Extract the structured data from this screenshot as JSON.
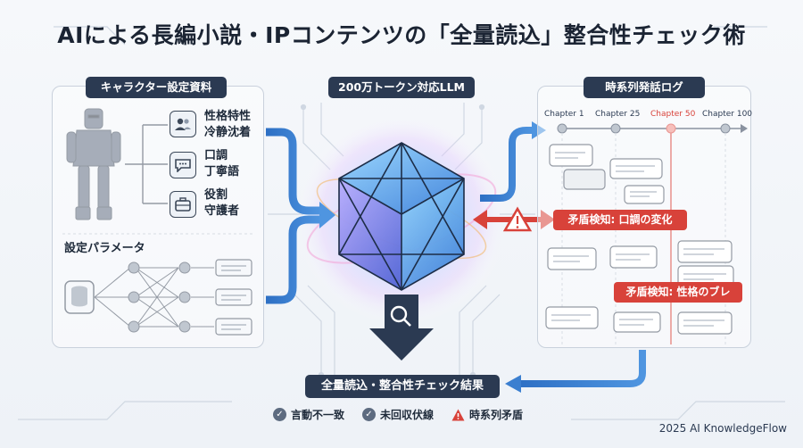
{
  "title": "AIによる長編小説・IPコンテンツの「全量読込」整合性チェック術",
  "left": {
    "header": "キャラクター設定資料",
    "items": [
      {
        "icon": "user-group-icon",
        "line1": "性格特性",
        "line2": "冷静沈着"
      },
      {
        "icon": "speech-bubble-icon",
        "line1": "口調",
        "line2": "丁寧語"
      },
      {
        "icon": "briefcase-icon",
        "line1": "役割",
        "line2": "守護者"
      }
    ],
    "params_label": "設定パラメータ"
  },
  "center": {
    "header": "200万トークン対応LLM"
  },
  "right": {
    "header": "時系列発話ログ",
    "chapters": [
      "Chapter 1",
      "Chapter 25",
      "Chapter 50",
      "Chapter 100"
    ],
    "alerts": [
      "矛盾検知: 口調の変化",
      "矛盾検知: 性格のブレ"
    ]
  },
  "result": {
    "header": "全量読込・整合性チェック結果",
    "items": [
      {
        "icon": "check-circle-icon",
        "label": "言動不一致"
      },
      {
        "icon": "check-circle-icon",
        "label": "未回収伏線"
      },
      {
        "icon": "warning-triangle-icon",
        "label": "時系列矛盾"
      }
    ]
  },
  "footer": "2025 AI KnowledgeFlow",
  "colors": {
    "navy": "#2b3a52",
    "accent_blue": "#3b7fd0",
    "alert_red": "#d8423a",
    "panel_border": "#c9d1dc"
  }
}
